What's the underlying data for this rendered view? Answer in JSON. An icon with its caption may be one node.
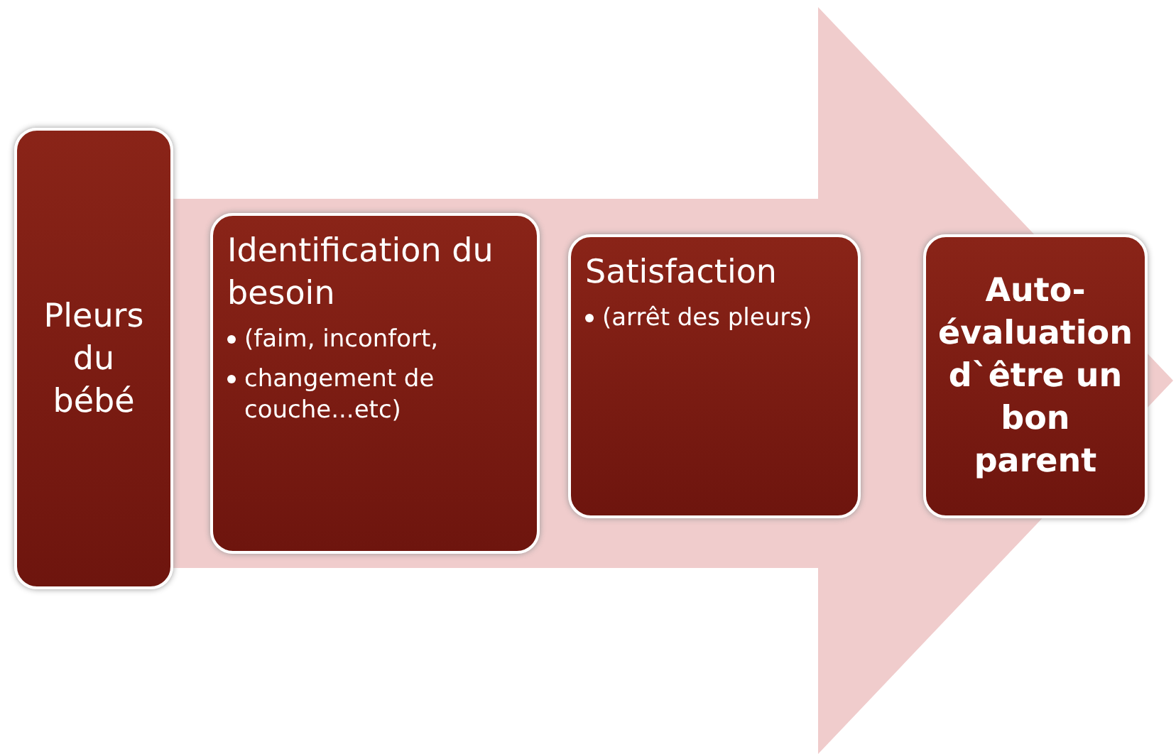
{
  "diagram": {
    "nodes": [
      {
        "text": [],
        "shape": "arrow"
      },
      {
        "text": [
          "Pleurs du bébé"
        ]
      },
      {
        "text": [
          "Identification du besoin",
          "(faim, inconfort,",
          "changement de couche...etc)"
        ],
        "in": 0
      },
      {
        "text": [
          "Satisfaction",
          "(arrêt des pleurs)"
        ],
        "in": 0
      },
      {
        "text": [
          "Auto-évaluation d`être un bon parent"
        ],
        "in": 0
      }
    ]
  }
}
